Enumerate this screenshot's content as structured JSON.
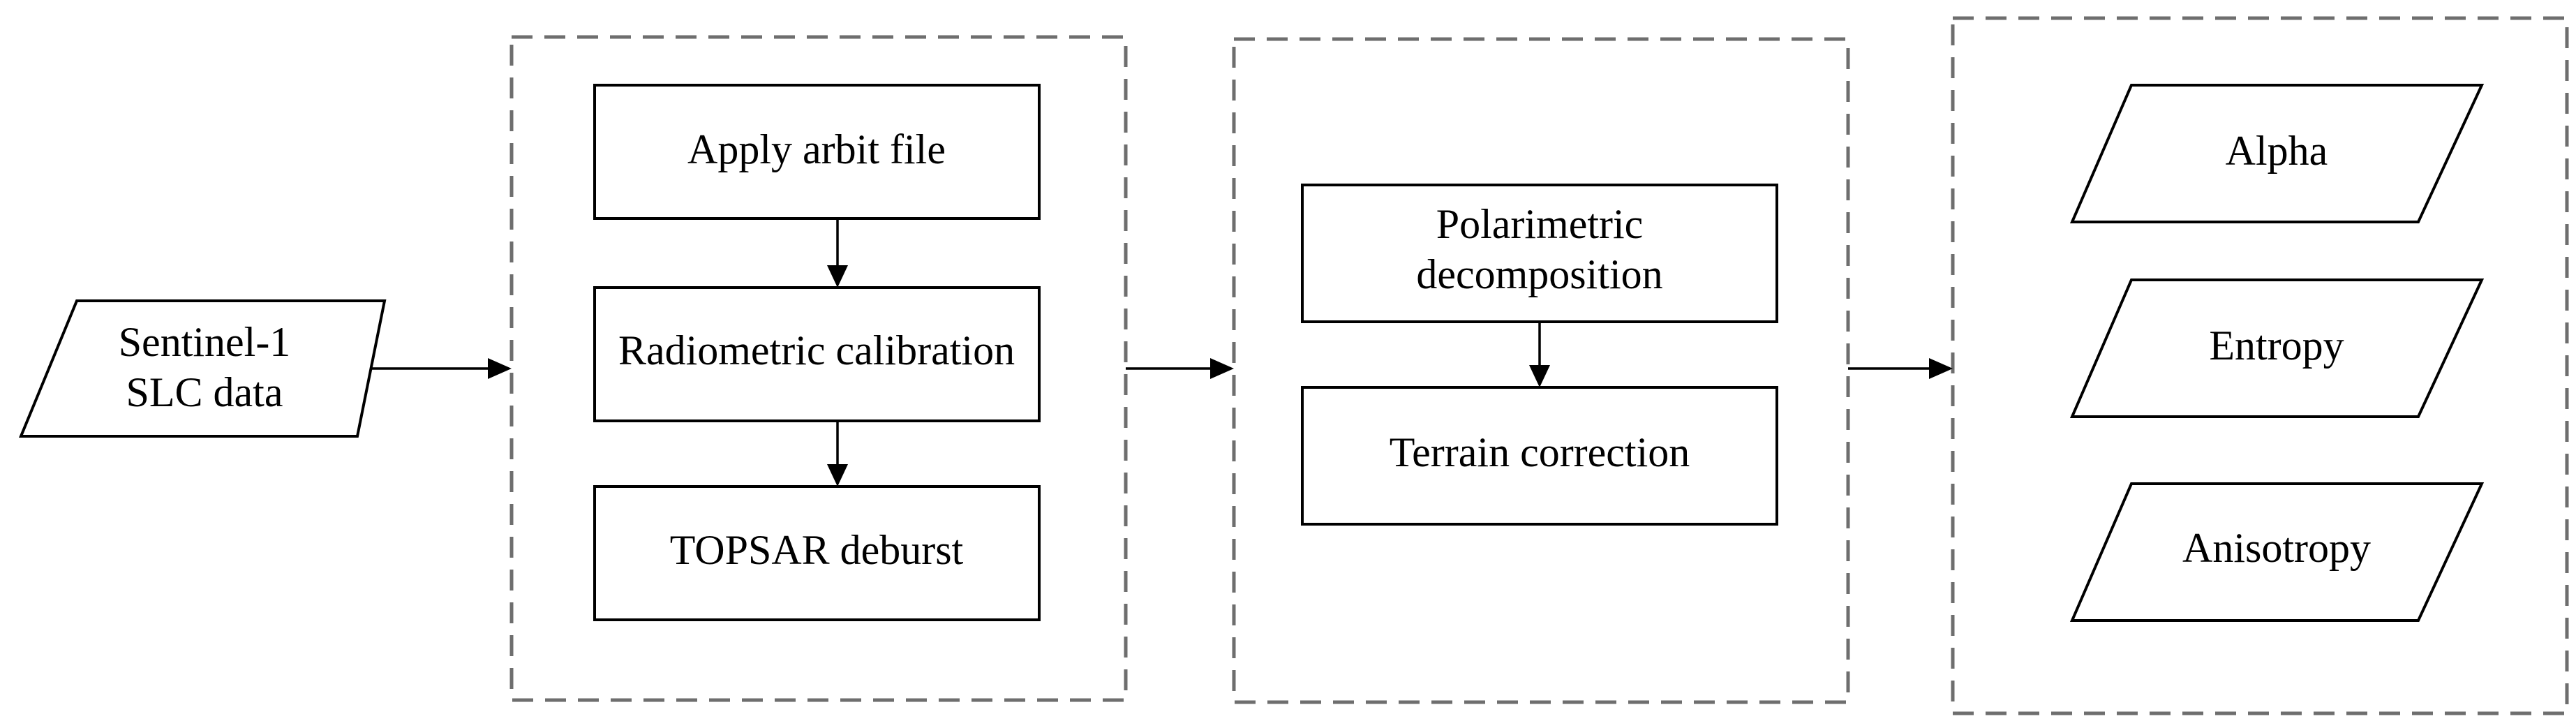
{
  "input": {
    "line1": "Sentinel-1",
    "line2": "SLC data"
  },
  "preprocessing": {
    "steps": [
      "Apply arbit file",
      "Radiometric calibration",
      "TOPSAR deburst"
    ]
  },
  "processing": {
    "step1_line1": "Polarimetric",
    "step1_line2": "decomposition",
    "step2": "Terrain correction"
  },
  "outputs": [
    "Alpha",
    "Entropy",
    "Anisotropy"
  ]
}
